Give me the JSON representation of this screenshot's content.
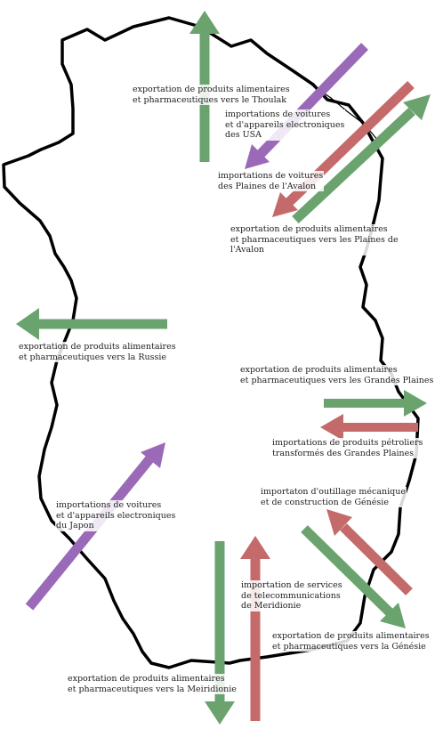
{
  "colors": {
    "export": "#6aa36e",
    "import_red": "#c46a6a",
    "import_purple": "#9a6ab8",
    "border": "#000000"
  },
  "labels": {
    "thoulak_export": "exportation de produits alimentaires\net pharmaceutiques vers le Thoulak",
    "usa_import": "importations de voitures\net d'appareils electroniques\ndes USA",
    "avalon_import": "importations de voitures\ndes Plaines de l'Avalon",
    "avalon_export": "exportation de produits alimentaires\net pharmaceutiques vers les Plaines de l'Avalon",
    "russie_export": "exportation de produits alimentaires\net pharmaceutiques vers la Russie",
    "grandes_plaines_export": "exportation de produits alimentaires\net pharmaceutiques vers les Grandes Plaines",
    "grandes_plaines_import": "importations de produits pétroliers\ntransformés des Grandes Plaines",
    "japon_import": "importations de voitures\net d'appareils electroniques\ndu Japon",
    "genesie_import": "importaton d'outillage mécanique\net de construction de Génésie",
    "meridionie_import": "importation de services\nde telecommunications\nde Meridionie",
    "genesie_export": "exportation de produits alimentaires\net pharmaceutiques vers la Génésie",
    "meiridionie_export": "exportation de produits alimentaires\net pharmaceutiques vers la Meiridionie"
  }
}
